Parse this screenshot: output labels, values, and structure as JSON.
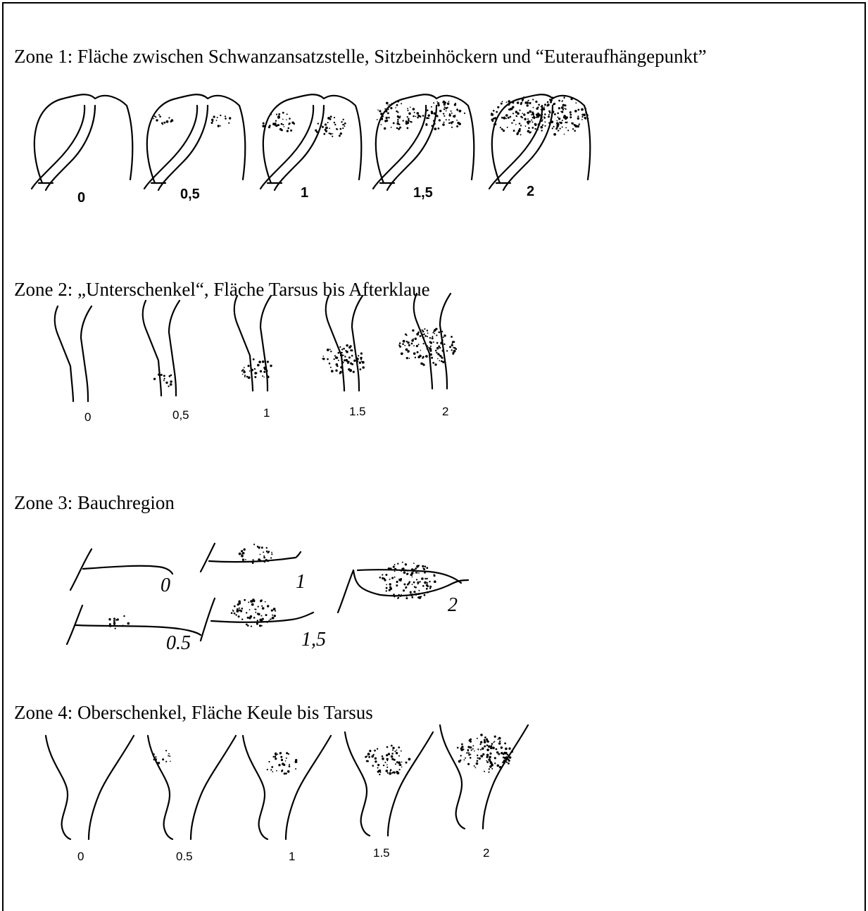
{
  "zones": [
    {
      "heading": "Zone 1: Fläche zwischen Schwanzansatzstelle, Sitzbeinhöckern und “Euteraufhängepunkt”",
      "scores": [
        "0",
        "0,5",
        "1",
        "1,5",
        "2"
      ]
    },
    {
      "heading": "Zone 2: „Unterschenkel“, Fläche Tarsus bis Afterklaue",
      "scores": [
        "0",
        "0,5",
        "1",
        "1.5",
        "2"
      ]
    },
    {
      "heading": "Zone 3: Bauchregion",
      "scores": [
        "0",
        "1",
        "2",
        "0.5",
        "1,5"
      ]
    },
    {
      "heading": "Zone 4: Oberschenkel, Fläche Keule bis Tarsus",
      "scores": [
        "0",
        "0.5",
        "1",
        "1.5",
        "2"
      ]
    }
  ],
  "dirt_levels": [
    0,
    0.5,
    1,
    1.5,
    2
  ]
}
